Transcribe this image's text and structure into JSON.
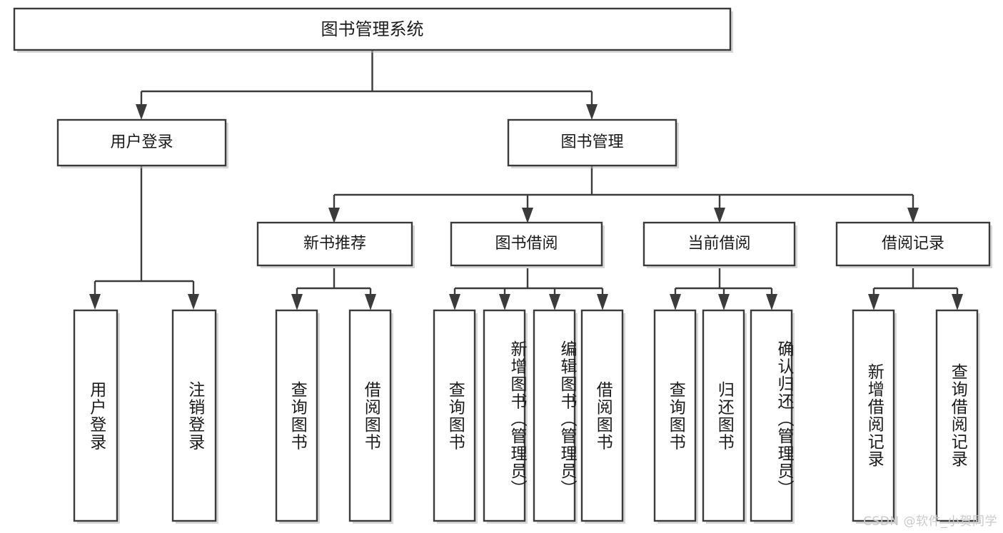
{
  "diagram": {
    "title": "图书管理系统",
    "type": "hierarchy-tree",
    "watermark": "CSDN @软件_小贺同学",
    "colors": {
      "box_stroke": "#3b3b3b",
      "box_fill": "#ffffff",
      "connector": "#3b3b3b",
      "text": "#1a1a1a",
      "watermark": "#c9c9c9",
      "background": "#ffffff"
    },
    "nodes": {
      "root": {
        "label": "图书管理系统",
        "level": 0,
        "orientation": "horizontal"
      },
      "l1": [
        {
          "id": "user-login",
          "label": "用户登录",
          "orientation": "horizontal"
        },
        {
          "id": "book-manage",
          "label": "图书管理",
          "orientation": "horizontal"
        }
      ],
      "l2": [
        {
          "id": "new-book-recommend",
          "label": "新书推荐",
          "orientation": "horizontal"
        },
        {
          "id": "book-borrow",
          "label": "图书借阅",
          "orientation": "horizontal"
        },
        {
          "id": "current-borrow",
          "label": "当前借阅",
          "orientation": "horizontal"
        },
        {
          "id": "borrow-record",
          "label": "借阅记录",
          "orientation": "horizontal"
        }
      ],
      "leaves": {
        "user-login": [
          {
            "id": "leaf-user-login",
            "label": "用户登录",
            "orientation": "vertical"
          },
          {
            "id": "leaf-logout-login",
            "label": "注销登录",
            "orientation": "vertical"
          }
        ],
        "new-book-recommend": [
          {
            "id": "leaf-query-book-1",
            "label": "查询图书",
            "orientation": "vertical"
          },
          {
            "id": "leaf-borrow-book-1",
            "label": "借阅图书",
            "orientation": "vertical"
          }
        ],
        "book-borrow": [
          {
            "id": "leaf-query-book-2",
            "label": "查询图书",
            "orientation": "vertical"
          },
          {
            "id": "leaf-add-book",
            "label": "新增图书（管理员）",
            "orientation": "vertical"
          },
          {
            "id": "leaf-edit-book",
            "label": "编辑图书（管理员）",
            "orientation": "vertical"
          },
          {
            "id": "leaf-borrow-book-2",
            "label": "借阅图书",
            "orientation": "vertical"
          }
        ],
        "current-borrow": [
          {
            "id": "leaf-query-book-3",
            "label": "查询图书",
            "orientation": "vertical"
          },
          {
            "id": "leaf-return-book",
            "label": "归还图书",
            "orientation": "vertical"
          },
          {
            "id": "leaf-confirm-return",
            "label": "确认归还（管理员）",
            "orientation": "vertical"
          }
        ],
        "borrow-record": [
          {
            "id": "leaf-add-record",
            "label": "新增借阅记录",
            "orientation": "vertical"
          },
          {
            "id": "leaf-query-record",
            "label": "查询借阅记录",
            "orientation": "vertical"
          }
        ]
      }
    }
  }
}
